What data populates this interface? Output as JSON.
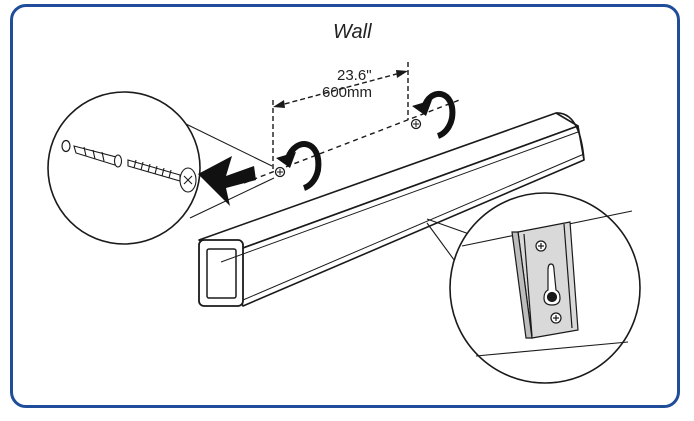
{
  "diagram": {
    "wall_label": "Wall",
    "dimension_inches": "23.6\"",
    "dimension_mm": "600mm",
    "brand_text": "",
    "colors": {
      "frame_border": "#1f4d9a",
      "line": "#1a1a1a",
      "arrow_fill": "#111111",
      "bracket_fill": "#d9d9d9"
    },
    "icons": [
      "screw-anchor-icon",
      "rotate-arrow-icon",
      "insert-arrow-icon",
      "keyhole-bracket-icon"
    ]
  }
}
